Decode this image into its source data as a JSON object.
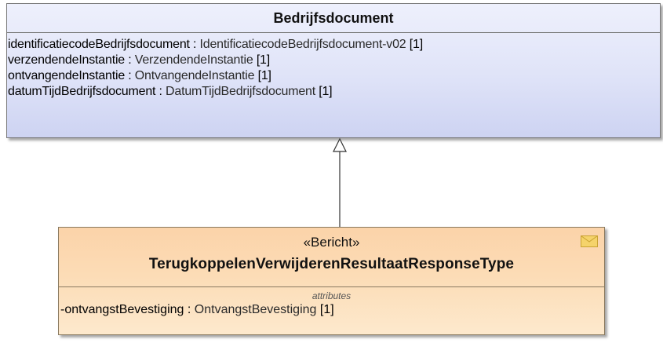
{
  "parent_class": {
    "name": "Bedrijfsdocument",
    "attributes": [
      {
        "name": "identificatiecodeBedrijfsdocument",
        "type": "IdentificatiecodeBedrijfsdocument-v02",
        "multiplicity": "[1]"
      },
      {
        "name": "verzendendeInstantie",
        "type": "VerzendendeInstantie",
        "multiplicity": "[1]"
      },
      {
        "name": "ontvangendeInstantie",
        "type": "OntvangendeInstantie",
        "multiplicity": "[1]"
      },
      {
        "name": "datumTijdBedrijfsdocument",
        "type": "DatumTijdBedrijfsdocument",
        "multiplicity": "[1]"
      }
    ]
  },
  "child_class": {
    "stereotype": "«Bericht»",
    "name": "TerugkoppelenVerwijderenResultaatResponseType",
    "compartment_label": "attributes",
    "icon": "envelope-icon",
    "attributes": [
      {
        "name": "-ontvangstBevestiging",
        "type": "OntvangstBevestiging",
        "multiplicity": "[1]"
      }
    ]
  },
  "separator": " : ",
  "colors": {
    "parent_fill": "#dfe3f8",
    "child_fill": "#fcdcb6",
    "border": "#7a7a7a",
    "envelope": "#f2c94c"
  }
}
